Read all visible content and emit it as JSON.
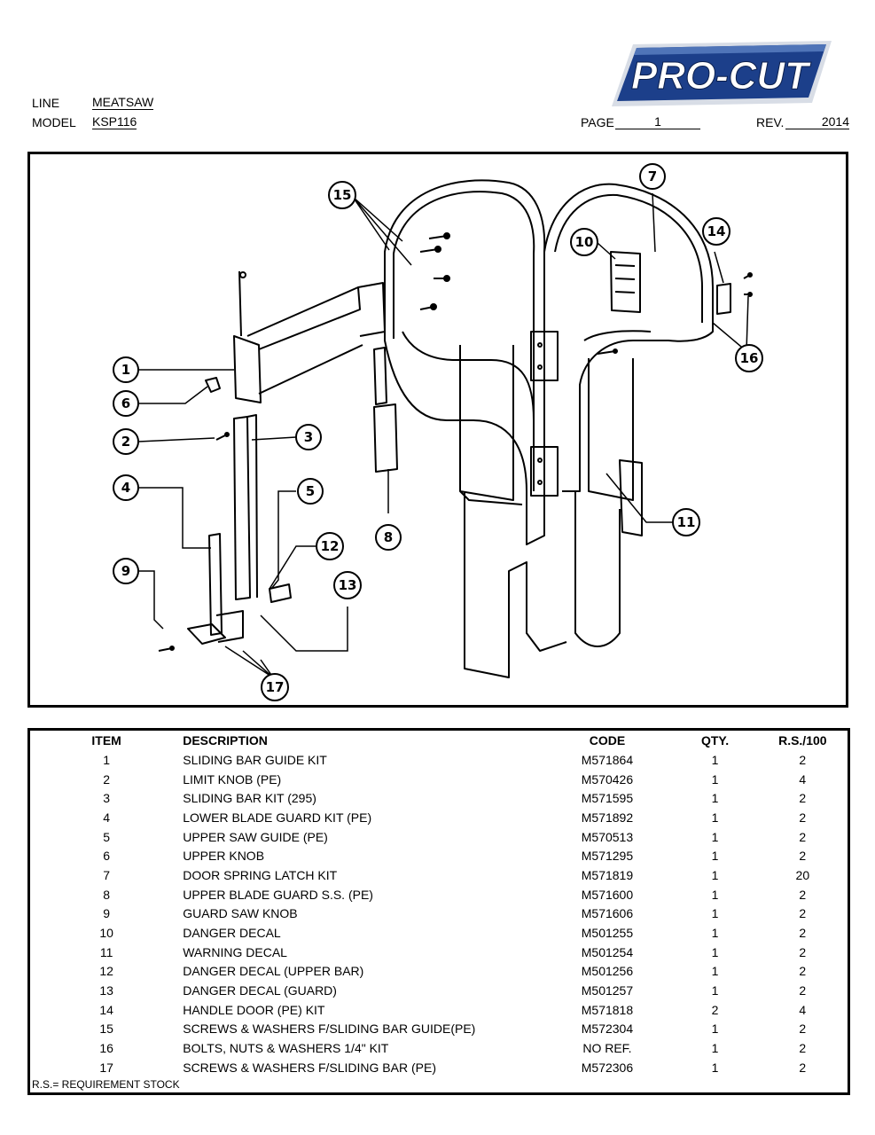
{
  "header": {
    "line_label": "LINE",
    "line_value": "MEATSAW",
    "model_label": "MODEL",
    "model_value": "KSP116",
    "page_label": "PAGE",
    "page_value": "1",
    "rev_label": "REV.",
    "rev_value": "2014",
    "logo_text": "PRO-CUT",
    "logo_color": "#1c3f8a"
  },
  "diagram": {
    "callouts": [
      "1",
      "2",
      "3",
      "4",
      "5",
      "6",
      "7",
      "8",
      "9",
      "10",
      "11",
      "12",
      "13",
      "14",
      "15",
      "16",
      "17"
    ]
  },
  "table": {
    "headers": {
      "item": "ITEM",
      "description": "DESCRIPTION",
      "code": "CODE",
      "qty": "QTY.",
      "rs": "R.S./100"
    },
    "rows": [
      {
        "item": "1",
        "description": "SLIDING BAR GUIDE KIT",
        "code": "M571864",
        "qty": "1",
        "rs": "2"
      },
      {
        "item": "2",
        "description": "LIMIT KNOB (PE)",
        "code": "M570426",
        "qty": "1",
        "rs": "4"
      },
      {
        "item": "3",
        "description": "SLIDING BAR KIT (295)",
        "code": "M571595",
        "qty": "1",
        "rs": "2"
      },
      {
        "item": "4",
        "description": "LOWER BLADE GUARD KIT (PE)",
        "code": "M571892",
        "qty": "1",
        "rs": "2"
      },
      {
        "item": "5",
        "description": "UPPER SAW GUIDE (PE)",
        "code": "M570513",
        "qty": "1",
        "rs": "2"
      },
      {
        "item": "6",
        "description": "UPPER KNOB",
        "code": "M571295",
        "qty": "1",
        "rs": "2"
      },
      {
        "item": "7",
        "description": "DOOR SPRING LATCH KIT",
        "code": "M571819",
        "qty": "1",
        "rs": "20"
      },
      {
        "item": "8",
        "description": "UPPER BLADE GUARD S.S. (PE)",
        "code": "M571600",
        "qty": "1",
        "rs": "2"
      },
      {
        "item": "9",
        "description": "GUARD SAW KNOB",
        "code": "M571606",
        "qty": "1",
        "rs": "2"
      },
      {
        "item": "10",
        "description": "DANGER DECAL",
        "code": "M501255",
        "qty": "1",
        "rs": "2"
      },
      {
        "item": "11",
        "description": "WARNING DECAL",
        "code": "M501254",
        "qty": "1",
        "rs": "2"
      },
      {
        "item": "12",
        "description": "DANGER DECAL (UPPER BAR)",
        "code": "M501256",
        "qty": "1",
        "rs": "2"
      },
      {
        "item": "13",
        "description": "DANGER DECAL (GUARD)",
        "code": "M501257",
        "qty": "1",
        "rs": "2"
      },
      {
        "item": "14",
        "description": "HANDLE DOOR (PE) KIT",
        "code": "M571818",
        "qty": "2",
        "rs": "4"
      },
      {
        "item": "15",
        "description": "SCREWS & WASHERS F/SLIDING BAR GUIDE(PE)",
        "code": "M572304",
        "qty": "1",
        "rs": "2"
      },
      {
        "item": "16",
        "description": "BOLTS, NUTS & WASHERS 1/4\" KIT",
        "code": "NO REF.",
        "qty": "1",
        "rs": "2"
      },
      {
        "item": "17",
        "description": "SCREWS & WASHERS F/SLIDING BAR (PE)",
        "code": "M572306",
        "qty": "1",
        "rs": "2"
      }
    ],
    "note": "R.S.= REQUIREMENT STOCK"
  }
}
